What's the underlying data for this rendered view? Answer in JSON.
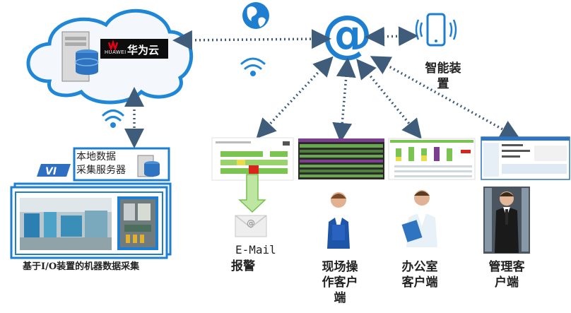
{
  "cloud": {
    "brand": "HUAWEI",
    "label": "华为云"
  },
  "local_server": {
    "label_line1": "本地数据",
    "label_line2": "采集服务器"
  },
  "machine_caption": "基于I/O装置的机器数据采集",
  "smart_device": {
    "line1": "智能装",
    "line2": "置"
  },
  "email": {
    "title": "E-Mail",
    "subtitle": "报警"
  },
  "clients": [
    {
      "line1": "现场操",
      "line2": "作客户",
      "line3": "端"
    },
    {
      "line1": "办公室",
      "line2": "客户端"
    },
    {
      "line1": "管理客",
      "line2": "户端"
    }
  ],
  "at_symbol": "@",
  "colors": {
    "accent": "#1e7fd1",
    "green": "#73c24a",
    "red": "#d8261b",
    "arrow": "#3f5d7a"
  }
}
